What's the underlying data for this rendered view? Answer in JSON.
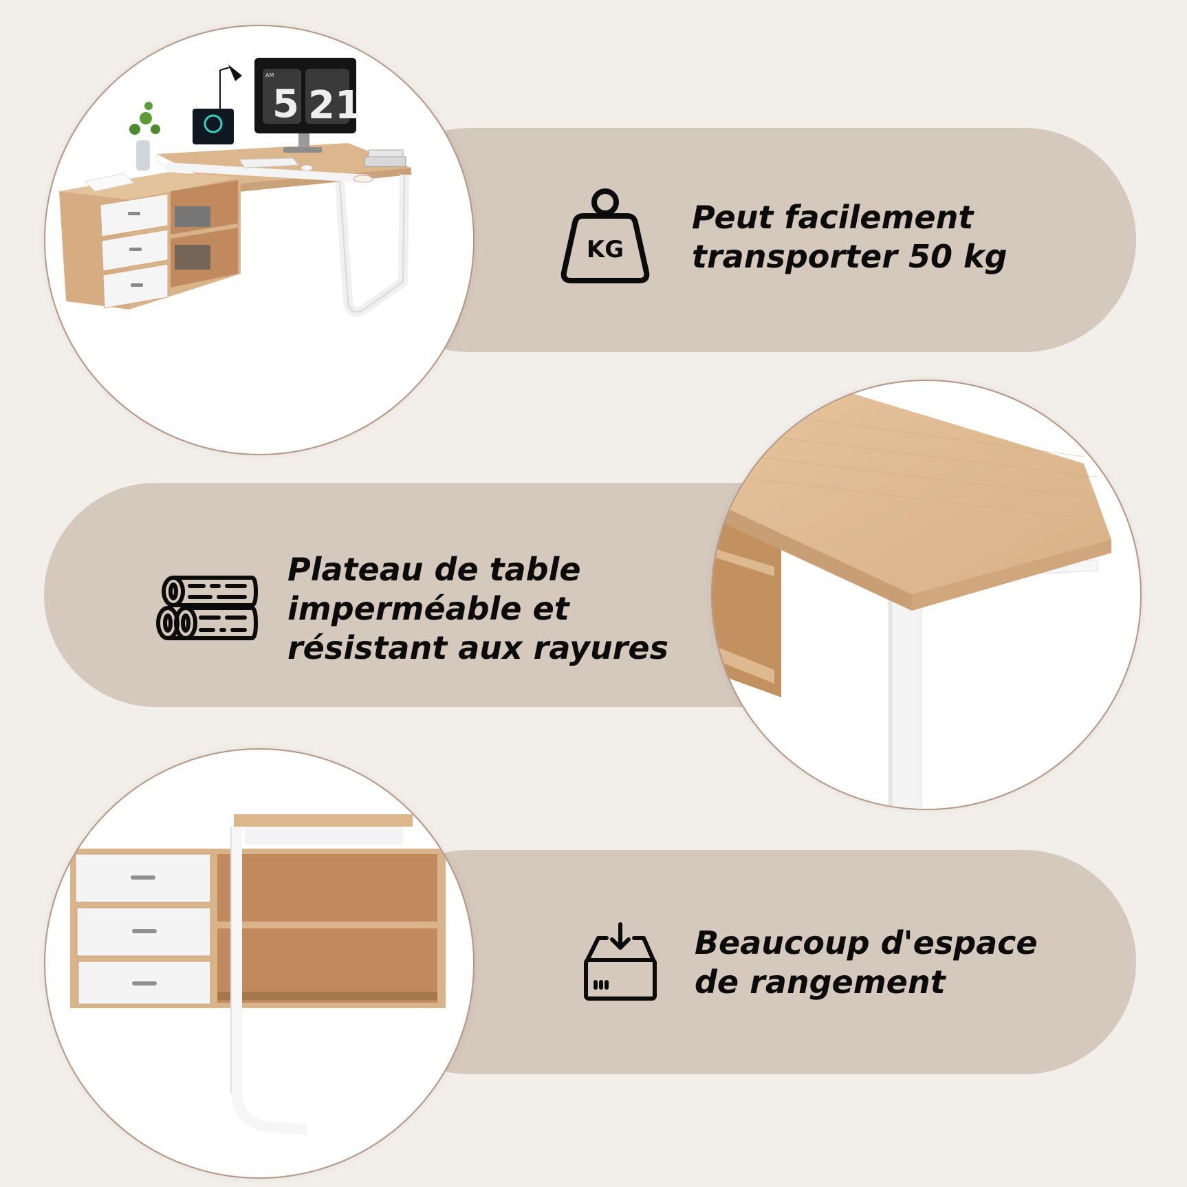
{
  "features": [
    {
      "icon": "kettlebell-kg-icon",
      "icon_label": "KG",
      "lines": [
        "Peut facilement",
        "transporter 50 kg"
      ]
    },
    {
      "icon": "wood-logs-icon",
      "lines": [
        "Plateau de table",
        "imperméable et",
        "résistant aux rayures"
      ]
    },
    {
      "icon": "storage-box-download-icon",
      "lines": [
        "Beaucoup d'espace",
        "de rangement"
      ]
    }
  ],
  "images": {
    "desk_overview": {
      "monitor_clock": {
        "ampm": "AM",
        "hour": "5",
        "minute": "21"
      }
    },
    "desktop_closeup": {},
    "storage_closeup": {}
  },
  "colors": {
    "background": "#f2efeb",
    "pill": "#d5c8bd",
    "circle_border": "#b49684",
    "text": "#0b0b0b",
    "wood": "#dcb68c"
  }
}
